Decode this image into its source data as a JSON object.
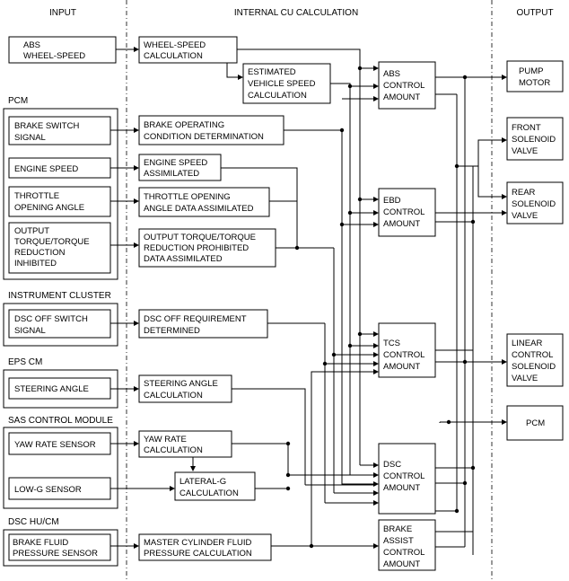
{
  "headers": {
    "input": "INPUT",
    "internal": "INTERNAL CU CALCULATION",
    "output": "OUTPUT"
  },
  "groups": {
    "pcm": "PCM",
    "instrument_cluster": "INSTRUMENT CLUSTER",
    "eps_cm": "EPS CM",
    "sas_control_module": "SAS CONTROL MODULE",
    "dsc_hu_cm": "DSC HU/CM"
  },
  "inputs": {
    "abs_wheel_speed": [
      "ABS",
      "WHEEL-SPEED"
    ],
    "brake_switch": [
      "BRAKE SWITCH",
      "SIGNAL"
    ],
    "engine_speed": [
      "ENGINE SPEED"
    ],
    "throttle_opening": [
      "THROTTLE",
      "OPENING ANGLE"
    ],
    "output_torque": [
      "OUTPUT",
      "TORQUE/TORQUE",
      "REDUCTION",
      "INHIBITED"
    ],
    "dsc_off_switch": [
      "DSC OFF SWITCH",
      "SIGNAL"
    ],
    "steering_angle": [
      "STEERING ANGLE"
    ],
    "yaw_rate_sensor": [
      "YAW RATE SENSOR"
    ],
    "low_g_sensor": [
      "LOW-G SENSOR"
    ],
    "brake_fluid_pressure": [
      "BRAKE FLUID",
      "PRESSURE SENSOR"
    ]
  },
  "calculations": {
    "wheel_speed": [
      "WHEEL-SPEED",
      "CALCULATION"
    ],
    "estimated_vehicle_speed": [
      "ESTIMATED",
      "VEHICLE SPEED",
      "CALCULATION"
    ],
    "brake_operating": [
      "BRAKE OPERATING",
      "CONDITION DETERMINATION"
    ],
    "engine_speed_assim": [
      "ENGINE SPEED",
      "ASSIMILATED"
    ],
    "throttle_assim": [
      "THROTTLE OPENING",
      "ANGLE DATA ASSIMILATED"
    ],
    "output_torque_assim": [
      "OUTPUT TORQUE/TORQUE",
      "REDUCTION PROHIBITED",
      "DATA ASSIMILATED"
    ],
    "dsc_off_req": [
      "DSC OFF REQUIREMENT",
      "DETERMINED"
    ],
    "steering_angle_calc": [
      "STEERING ANGLE",
      "CALCULATION"
    ],
    "yaw_rate_calc": [
      "YAW RATE",
      "CALCULATION"
    ],
    "lateral_g_calc": [
      "LATERAL-G",
      "CALCULATION"
    ],
    "master_cylinder_calc": [
      "MASTER CYLINDER FLUID",
      "PRESSURE CALCULATION"
    ]
  },
  "controls": {
    "abs": [
      "ABS",
      "CONTROL",
      "AMOUNT"
    ],
    "ebd": [
      "EBD",
      "CONTROL",
      "AMOUNT"
    ],
    "tcs": [
      "TCS",
      "CONTROL",
      "AMOUNT"
    ],
    "dsc": [
      "DSC",
      "CONTROL",
      "AMOUNT"
    ],
    "brake_assist": [
      "BRAKE",
      "ASSIST",
      "CONTROL",
      "AMOUNT"
    ]
  },
  "outputs": {
    "pump_motor": [
      "PUMP",
      "MOTOR"
    ],
    "front_solenoid": [
      "FRONT",
      "SOLENOID",
      "VALVE"
    ],
    "rear_solenoid": [
      "REAR",
      "SOLENOID",
      "VALVE"
    ],
    "linear_solenoid": [
      "LINEAR",
      "CONTROL",
      "SOLENOID",
      "VALVE"
    ],
    "pcm": [
      "PCM"
    ]
  }
}
